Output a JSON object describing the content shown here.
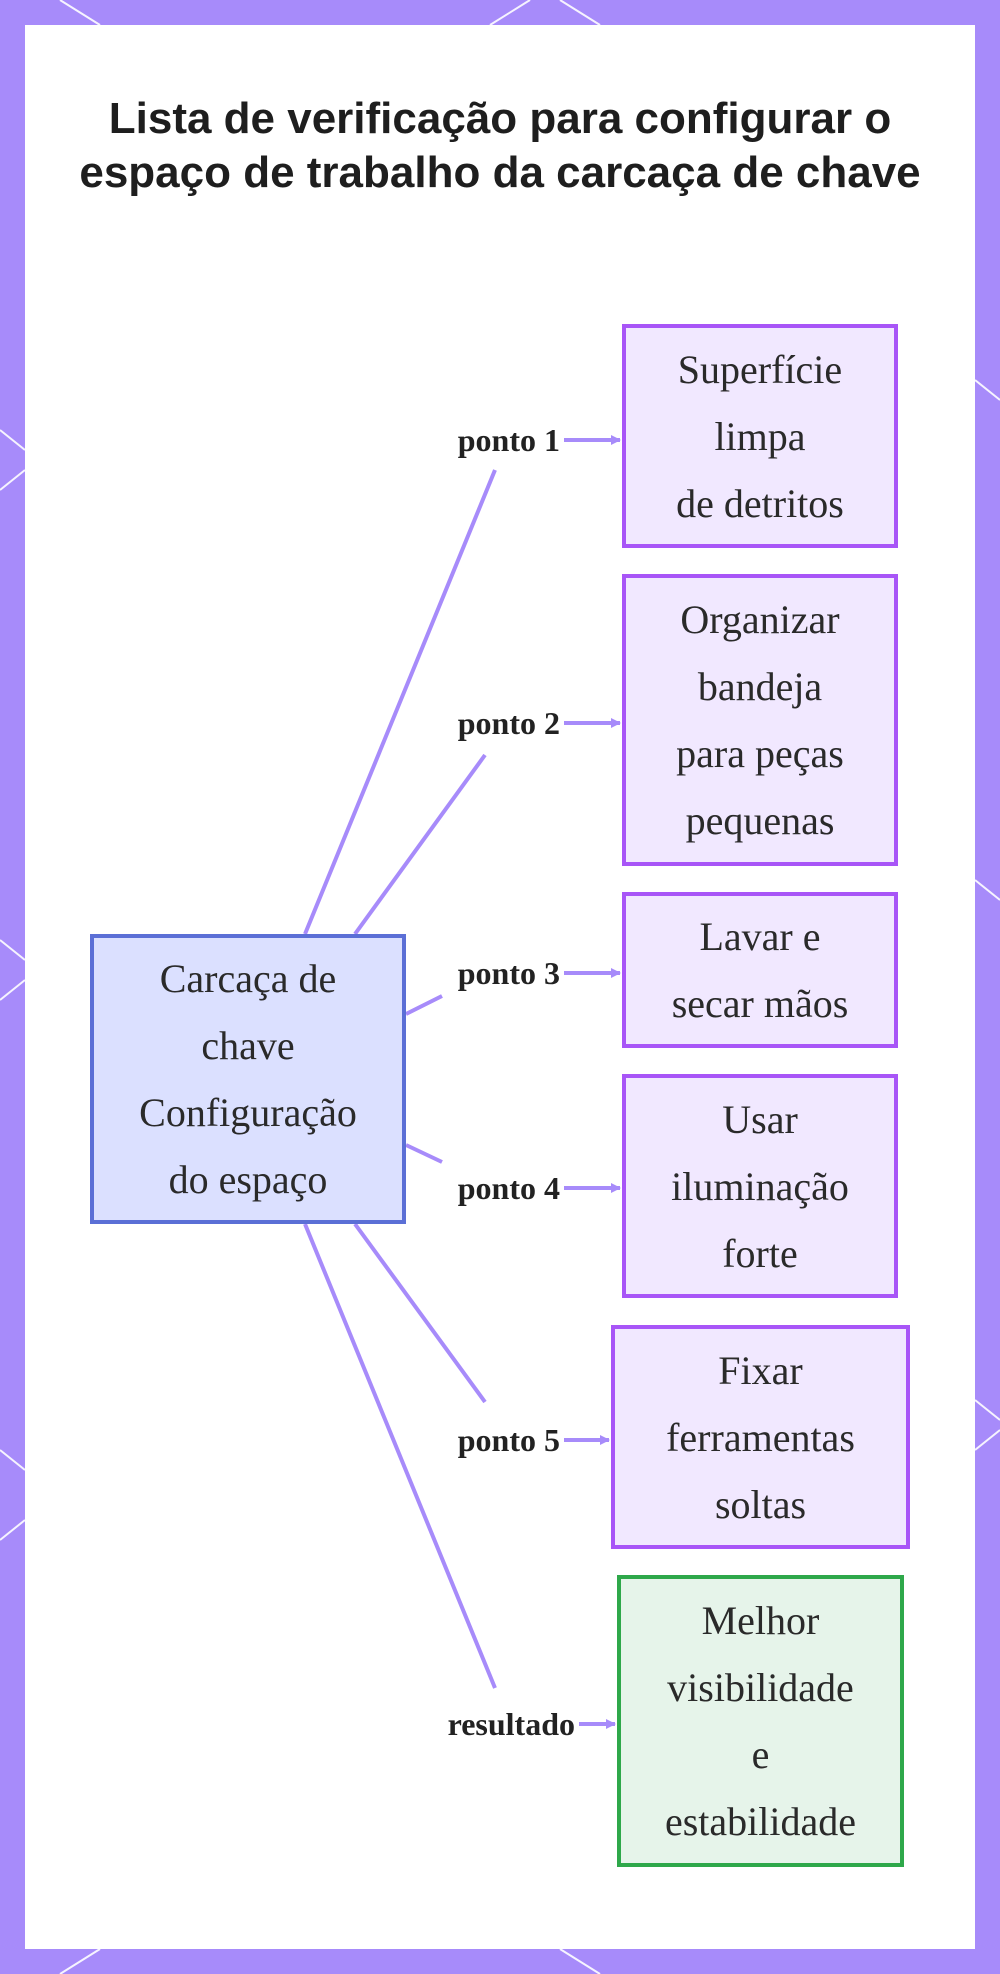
{
  "title": "Lista de verificação para configurar o espaço de trabalho da carcaça de chave",
  "diagram": {
    "center": "Carcaça de\nchave\nConfiguração\ndo espaço",
    "steps": [
      {
        "label": "ponto 1",
        "text": "Superfície\nlimpa\nde detritos"
      },
      {
        "label": "ponto 2",
        "text": "Organizar\nbandeja\npara peças\npequenas"
      },
      {
        "label": "ponto 3",
        "text": "Lavar e\nsecar mãos"
      },
      {
        "label": "ponto 4",
        "text": "Usar\niluminação\nforte"
      },
      {
        "label": "ponto 5",
        "text": "Fixar\nferramentas\nsoltas"
      }
    ],
    "result": {
      "label": "resultado",
      "text": "Melhor\nvisibilidade\ne\nestabilidade"
    }
  },
  "colors": {
    "background": "#a78bfa",
    "card": "#ffffff",
    "connector": "#a78bfa",
    "step_border": "#a855f7",
    "step_fill": "#f1e8ff",
    "center_border": "#5b6fd6",
    "center_fill": "#dbe0ff",
    "result_border": "#2ea84a",
    "result_fill": "#e6f4ea"
  }
}
